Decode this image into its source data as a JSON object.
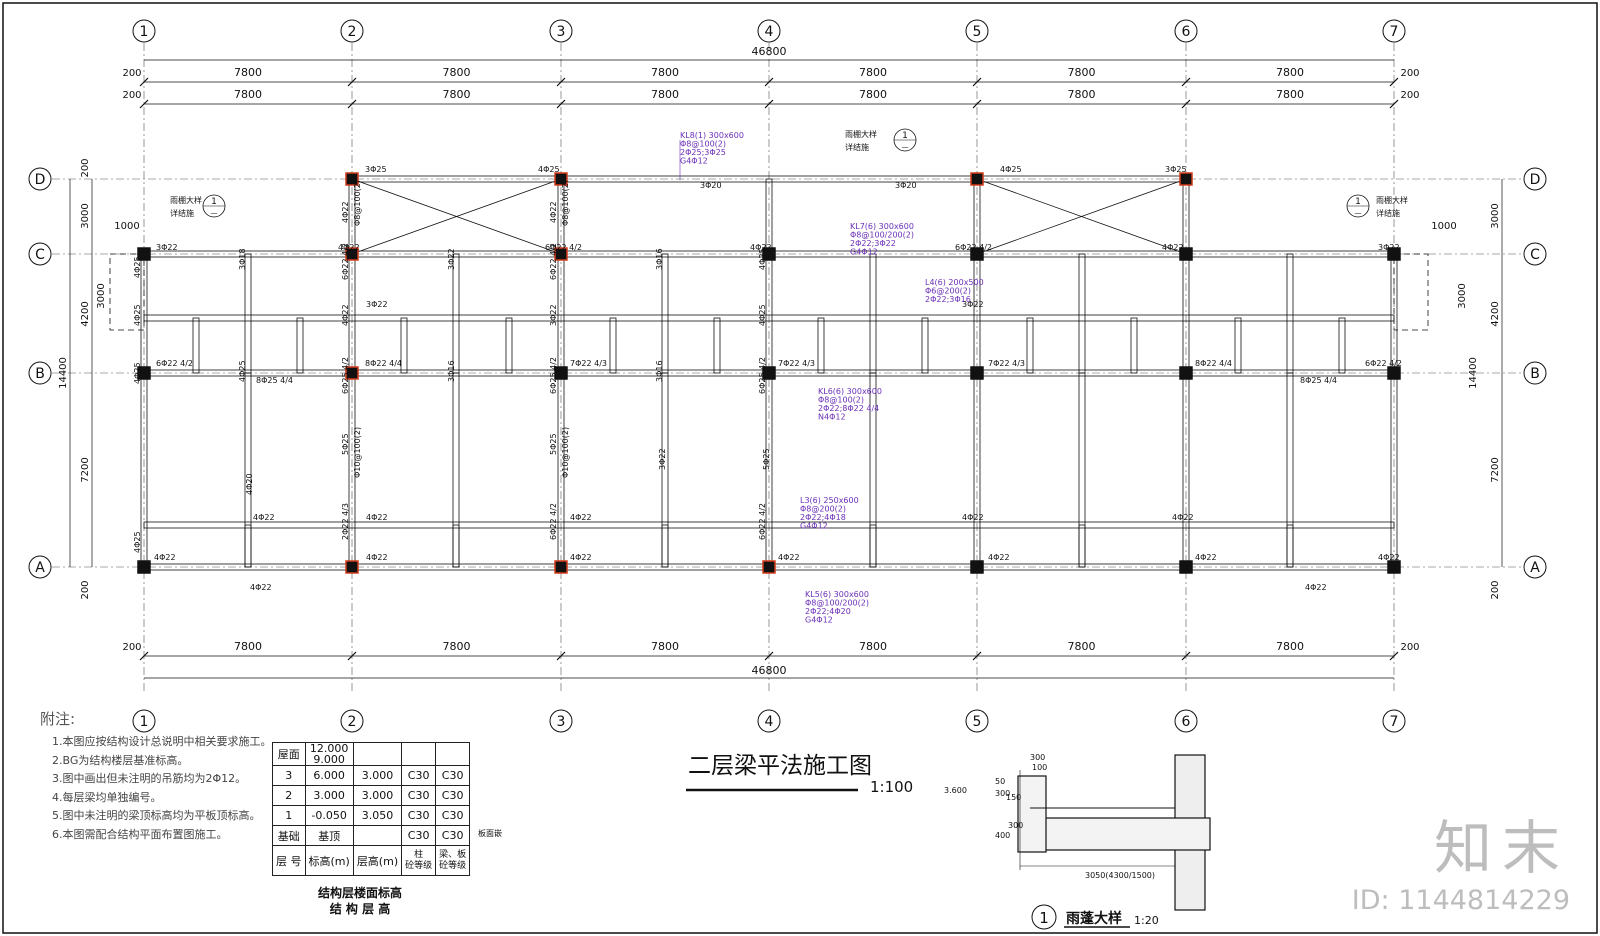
{
  "drawing": {
    "title": "二层梁平法施工图",
    "scale": "1:100",
    "col_labels": [
      "1",
      "2",
      "3",
      "4",
      "5",
      "6",
      "7"
    ],
    "row_labels": [
      "D",
      "C",
      "B",
      "A"
    ],
    "total_dim": "46800",
    "bay_dim": "7800",
    "edge_dim": "200",
    "left_dims": [
      "200",
      "3000",
      "4200",
      "7200",
      "200"
    ],
    "left_total": "14400",
    "right_dims": [
      "3000",
      "4200",
      "7200",
      "200"
    ],
    "cantilever_dim": "1000",
    "canopy_note": "雨棚大样",
    "canopy_note2": "详结施",
    "canopy_ref": "1",
    "canopy_ref_sub": "—"
  },
  "beam_labels": [
    "KL8(1) 300x600",
    "Φ8@100(2)",
    "2Φ25;3Φ25",
    "G4Φ12",
    "KL7(6) 300x600",
    "Φ8@100/200(2)",
    "2Φ22;3Φ22",
    "G4Φ12",
    "L4(6) 200x500",
    "Φ6@200(2)",
    "2Φ22;3Φ16",
    "KL6(6) 300x600",
    "Φ8@100(2)",
    "2Φ22;8Φ22 4/4",
    "N4Φ12",
    "L3(6) 250x600",
    "Φ8@200(2)",
    "2Φ22;4Φ18",
    "G4Φ12",
    "KL5(6) 300x600",
    "Φ8@100/200(2)",
    "2Φ22;4Φ20",
    "G4Φ12"
  ],
  "rebar_labels": [
    "3Φ25",
    "4Φ25",
    "3Φ20",
    "3Φ22",
    "4Φ22",
    "6Φ22 4/2",
    "8Φ22 4/4",
    "7Φ22 4/3",
    "8Φ25 4/4",
    "6Φ25 4/2",
    "5Φ25",
    "Φ10@100(2)",
    "2Φ22 4/3",
    "3Φ18",
    "3Φ16",
    "4Φ20"
  ],
  "notes": {
    "heading": "附注:",
    "lines": [
      "1.本图应按结构设计总说明中相关要求施工。",
      "2.BG为结构楼层基准标高。",
      "3.图中画出但未注明的吊筋均为2Φ12。",
      "4.每层梁均单独编号。",
      "5.图中未注明的梁顶标高均为平板顶标高。",
      "6.本图需配合结构平面布置图施工。"
    ]
  },
  "level_table": {
    "roof_label": "屋面",
    "roof_elev": "12.000",
    "roof_elev2": "9.000",
    "rows": [
      {
        "floor": "3",
        "elev": "6.000",
        "height": "3.000",
        "col": "C30",
        "slab": "C30"
      },
      {
        "floor": "2",
        "elev": "3.000",
        "height": "3.000",
        "col": "C30",
        "slab": "C30"
      },
      {
        "floor": "1",
        "elev": "-0.050",
        "height": "3.050",
        "col": "C30",
        "slab": "C30"
      }
    ],
    "base_row": {
      "floor": "基础",
      "elev": "基顶",
      "col": "C30",
      "slab": "C30"
    },
    "header": {
      "floor": "层 号",
      "elev": "标高(m)",
      "height": "层高(m)",
      "col": "柱\n砼等级",
      "slab": "梁、板\n砼等级"
    },
    "callout": "板面嵌",
    "caption1": "结构层楼面标高",
    "caption2": "结 构 层 高"
  },
  "detail": {
    "title": "雨蓬大样",
    "scale": "1:20",
    "num": "1",
    "dims": [
      "300",
      "100",
      "50",
      "150",
      "300",
      "400",
      "300",
      "3050(4300/1500)"
    ],
    "elev": "3.600"
  },
  "watermark": {
    "logo": "知末",
    "id": "ID: 1144814229"
  }
}
